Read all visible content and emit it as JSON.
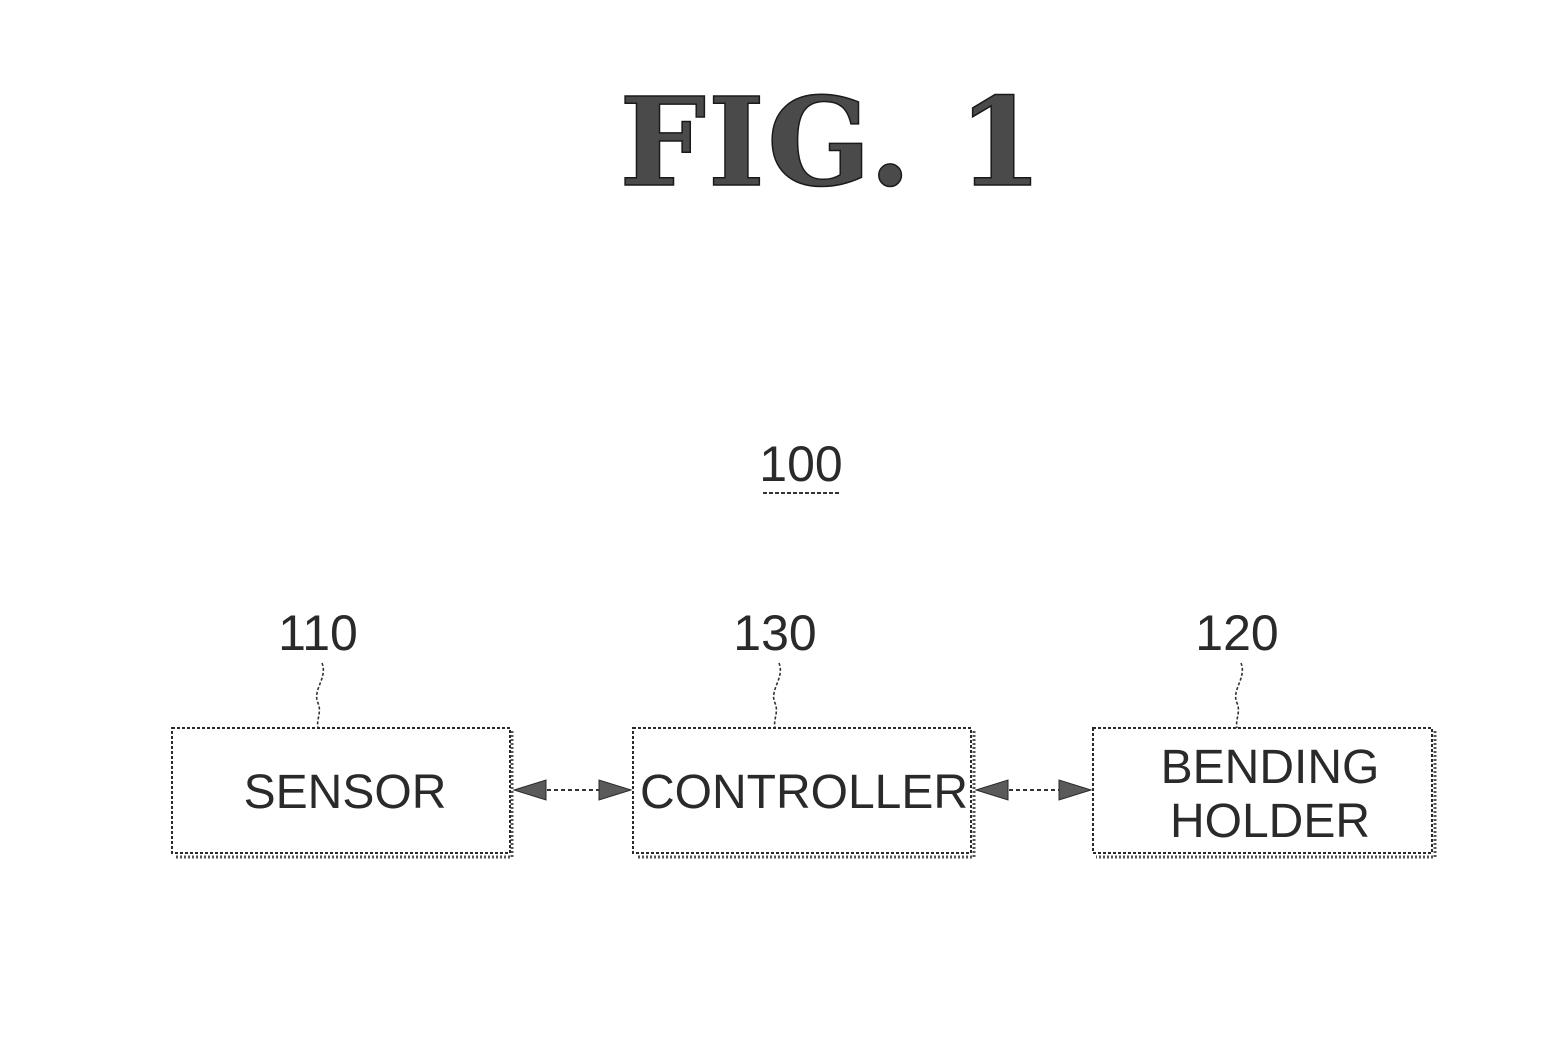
{
  "figure": {
    "title": "FIG. 1",
    "system_ref": "100"
  },
  "blocks": {
    "sensor": {
      "ref": "110",
      "lines": [
        "SENSOR"
      ]
    },
    "controller": {
      "ref": "130",
      "lines": [
        "CONTROLLER"
      ]
    },
    "bending_holder": {
      "ref": "120",
      "lines": [
        "BENDING",
        "HOLDER"
      ]
    }
  },
  "connections": [
    {
      "from": "sensor",
      "to": "controller",
      "direction": "bidirectional"
    },
    {
      "from": "controller",
      "to": "bending_holder",
      "direction": "bidirectional"
    }
  ],
  "colors": {
    "line": "#2a2a2a",
    "arrow_fill": "#5a5a5a",
    "background": "#ffffff"
  }
}
